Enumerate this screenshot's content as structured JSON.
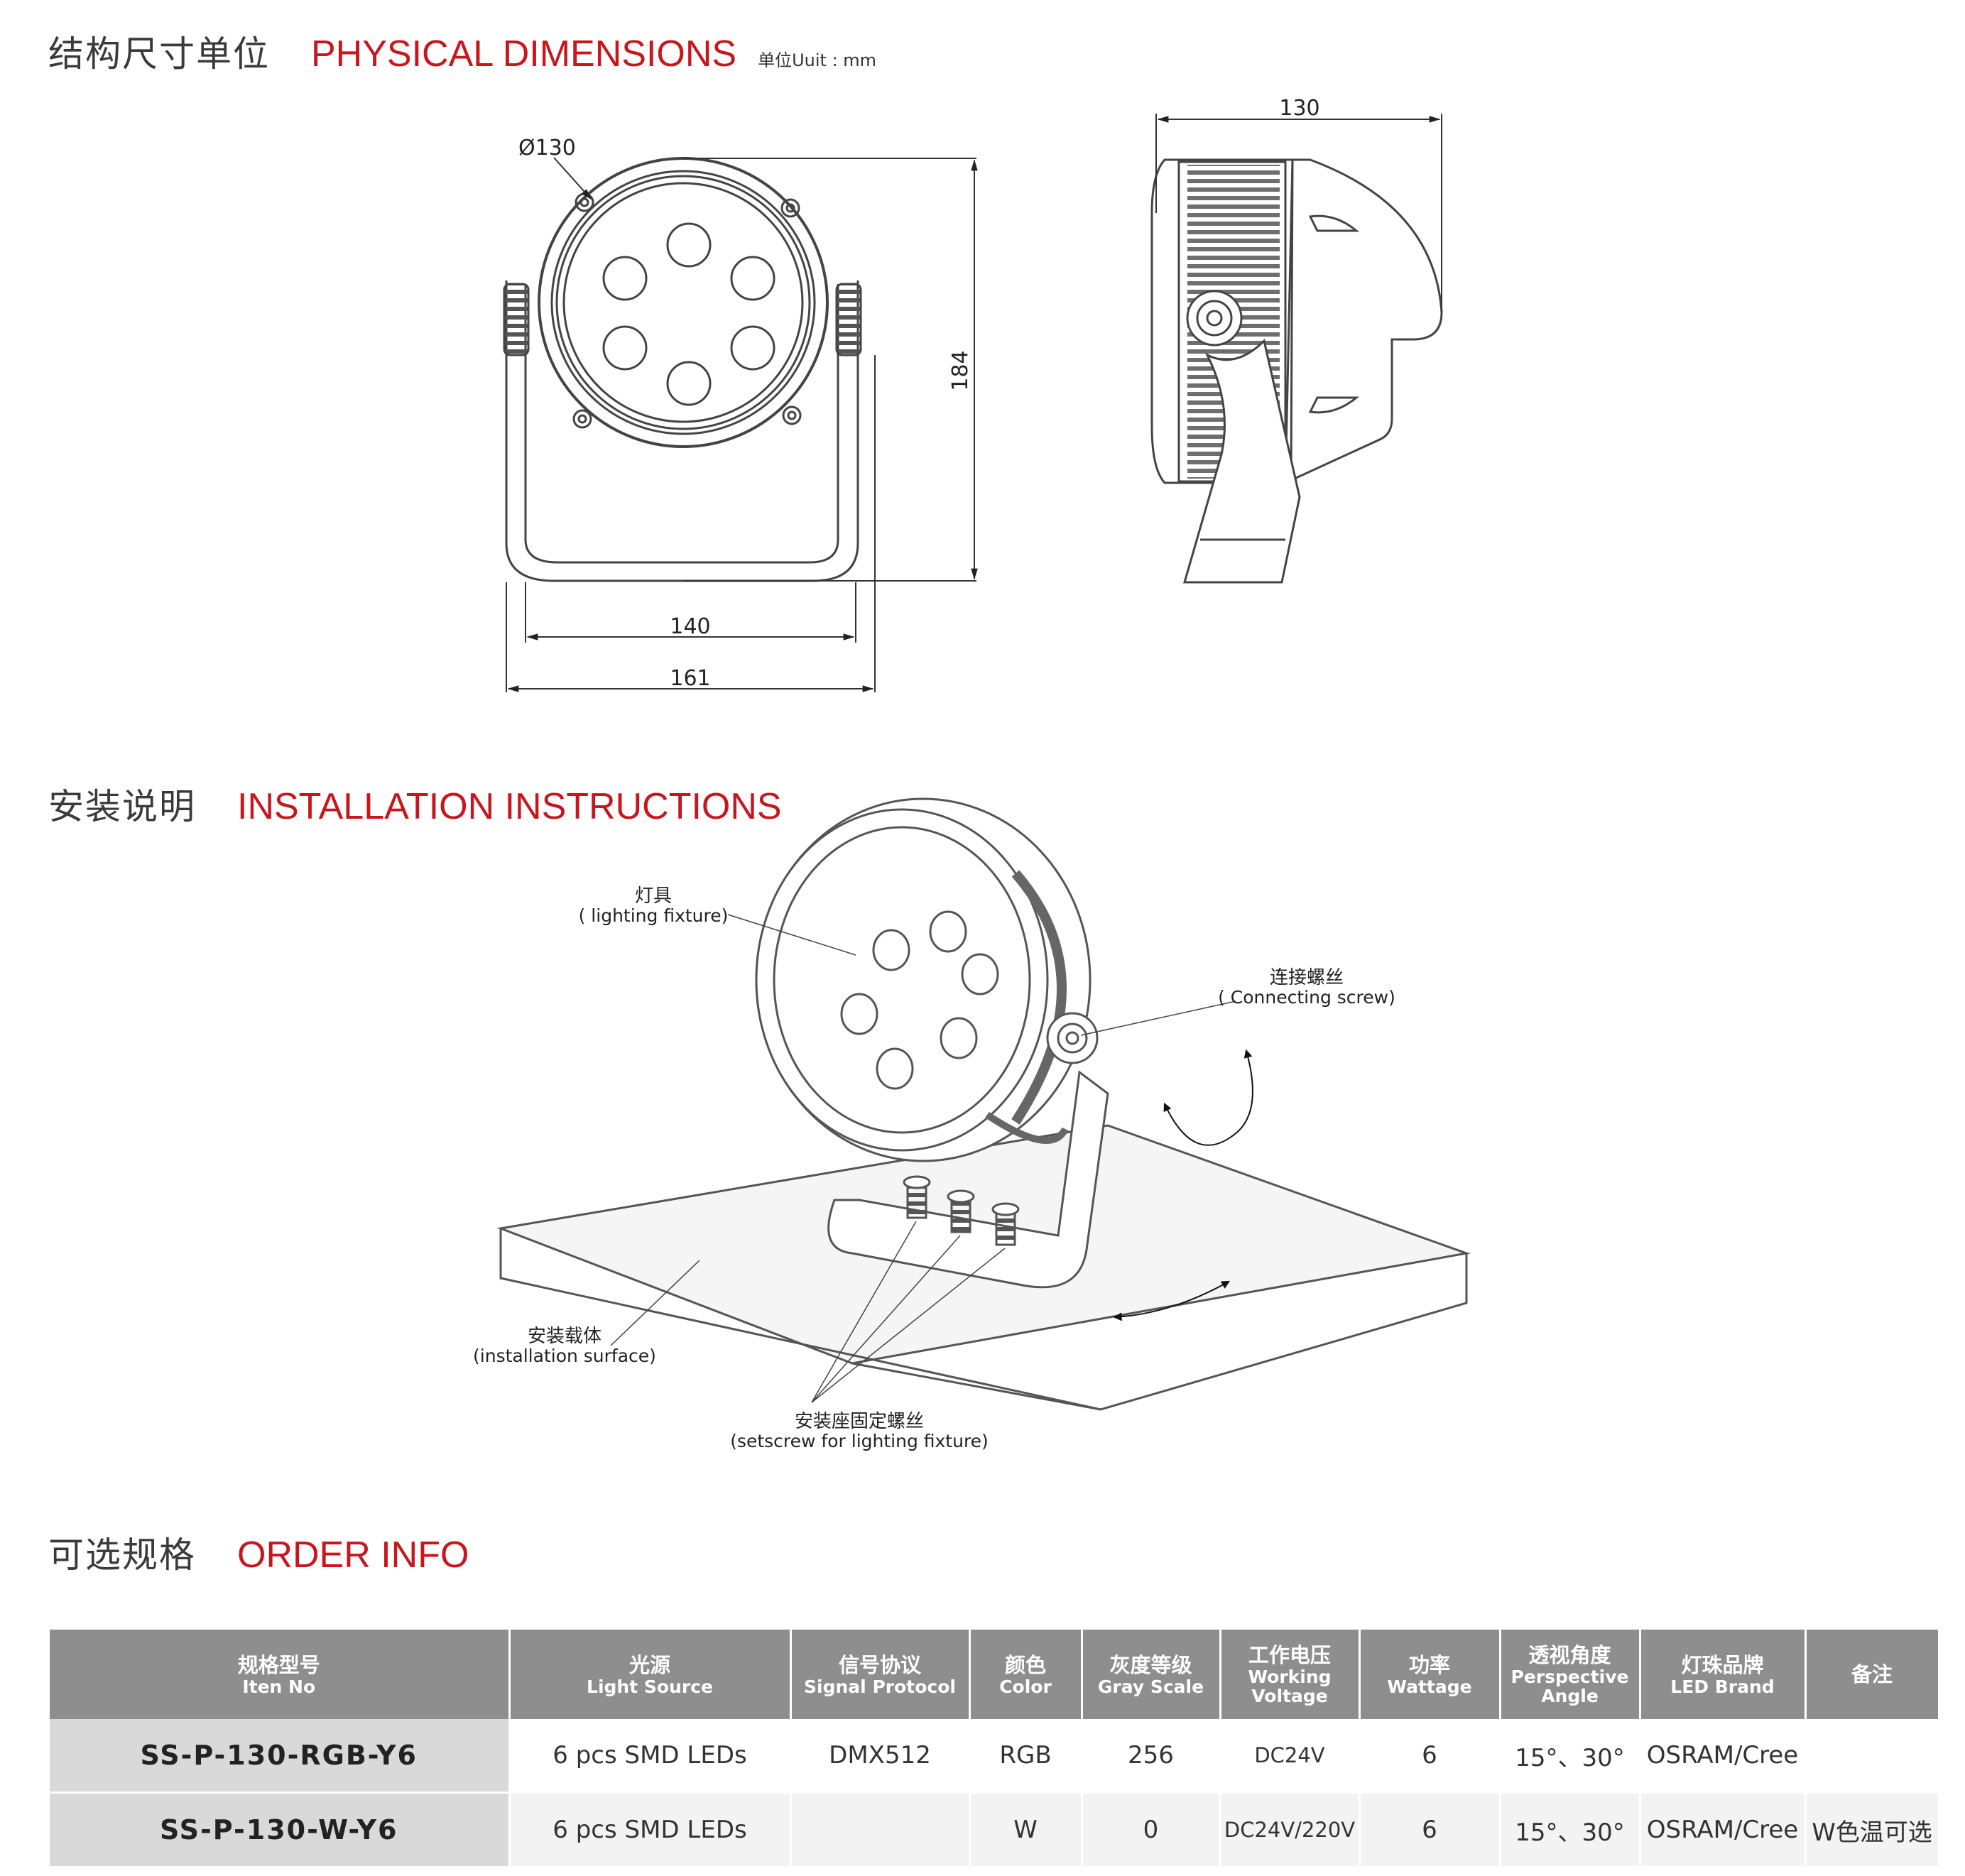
{
  "sections": {
    "dimensions": {
      "cn": "结构尺寸单位",
      "en": "PHYSICAL DIMENSIONS",
      "unit": "单位Uuit : mm"
    },
    "install": {
      "cn": "安装说明",
      "en": "INSTALLATION INSTRUCTIONS"
    },
    "order": {
      "cn": "可选规格",
      "en": "ORDER INFO"
    }
  },
  "dimensions": {
    "diameter": "Ø130",
    "height": "184",
    "inner_width": "140",
    "outer_width": "161",
    "depth": "130"
  },
  "install_labels": {
    "fixture_cn": "灯具",
    "fixture_en": "( lighting fixture)",
    "screw_cn": "连接螺丝",
    "screw_en": "( Connecting screw)",
    "surface_cn": "安装载体",
    "surface_en": "(installation surface)",
    "setscrew_cn": "安装座固定螺丝",
    "setscrew_en": "(setscrew for lighting fixture)"
  },
  "table": {
    "headers": [
      {
        "cn": "规格型号",
        "en": "Iten No"
      },
      {
        "cn": "光源",
        "en": "Light Source"
      },
      {
        "cn": "信号协议",
        "en": "Signal Protocol"
      },
      {
        "cn": "颜色",
        "en": "Color"
      },
      {
        "cn": "灰度等级",
        "en": "Gray Scale"
      },
      {
        "cn": "工作电压",
        "en": "Working",
        "en2": "Voltage"
      },
      {
        "cn": "功率",
        "en": "Wattage"
      },
      {
        "cn": "透视角度",
        "en": "Perspective",
        "en2": "Angle"
      },
      {
        "cn": "灯珠品牌",
        "en": "LED Brand"
      },
      {
        "cn": "备注",
        "en": ""
      }
    ],
    "rows": [
      [
        "SS-P-130-RGB-Y6",
        "6 pcs SMD LEDs",
        "DMX512",
        "RGB",
        "256",
        "DC24V",
        "6",
        "15°、30°",
        "OSRAM/Cree",
        ""
      ],
      [
        "SS-P-130-W-Y6",
        "6 pcs SMD LEDs",
        "",
        "W",
        "0",
        "DC24V/220V",
        "6",
        "15°、30°",
        "OSRAM/Cree",
        "W色温可选"
      ]
    ]
  }
}
